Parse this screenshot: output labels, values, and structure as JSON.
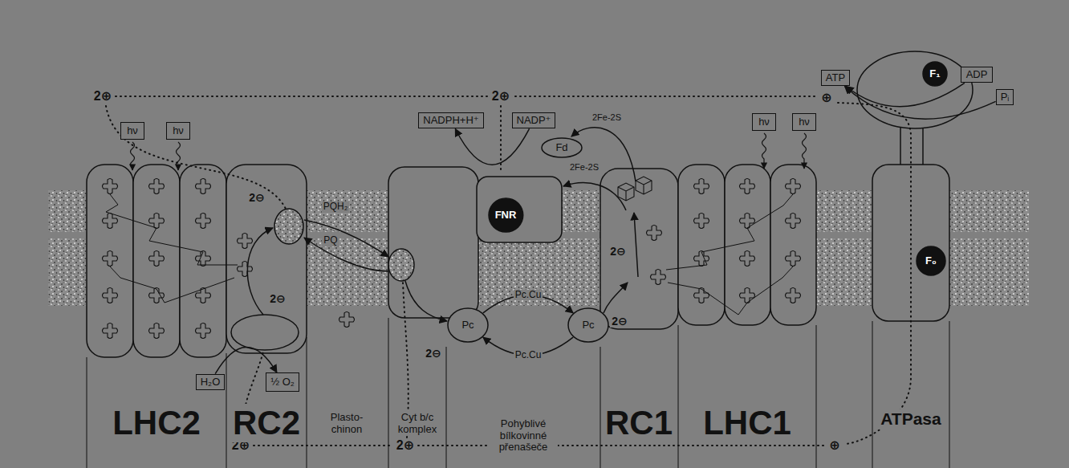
{
  "diagram": {
    "nodes": [
      {
        "text": [
          "hν"
        ]
      },
      {
        "text": [
          "hν"
        ]
      },
      {
        "text": [
          "H₂O"
        ]
      },
      {
        "text": [
          "½ O₂"
        ]
      },
      {
        "text": [
          "NADPH+H⁺"
        ]
      },
      {
        "text": [
          "NADP⁺"
        ]
      },
      {
        "text": [
          "Fd"
        ]
      },
      {
        "text": [
          "FNR"
        ]
      },
      {
        "text": [
          "Pc"
        ]
      },
      {
        "text": [
          "Pc"
        ]
      },
      {
        "text": [
          "hν"
        ]
      },
      {
        "text": [
          "hν"
        ]
      },
      {
        "text": [
          "ATP"
        ]
      },
      {
        "text": [
          "ADP"
        ]
      },
      {
        "text": [
          "Pᵢ"
        ]
      },
      {
        "text": [
          "F₁"
        ]
      },
      {
        "text": [
          "F₀"
        ]
      }
    ],
    "edges": [
      {
        "from": 2,
        "to": 3,
        "arrow": "to"
      },
      {
        "from": 5,
        "to": 4,
        "arrow": "to"
      },
      {
        "from": 8,
        "to": 9,
        "arrow": "to",
        "label": "Pc.Cu"
      },
      {
        "from": 9,
        "to": 8,
        "arrow": "to",
        "label": "Pc.Cu"
      },
      {
        "from": 13,
        "to": 12,
        "arrow": "to"
      },
      {
        "from": 14,
        "to": 12,
        "arrow": "to"
      }
    ],
    "labels": [
      "2⊕",
      "2⊕",
      "⊕",
      "2Fe-2S",
      "2⊖",
      "PQH₂",
      "2Fe-2S",
      "PQ",
      "2⊖",
      "2⊖",
      "2⊖",
      "2⊖",
      "2⊕",
      "2⊕",
      "⊕",
      "LHC2",
      "RC2",
      "Plasto-chinon",
      "Cyt b/c komplex",
      "Pohyblivé bílkovinné přenašeče",
      "RC1",
      "LHC1",
      "ATPasa"
    ]
  }
}
